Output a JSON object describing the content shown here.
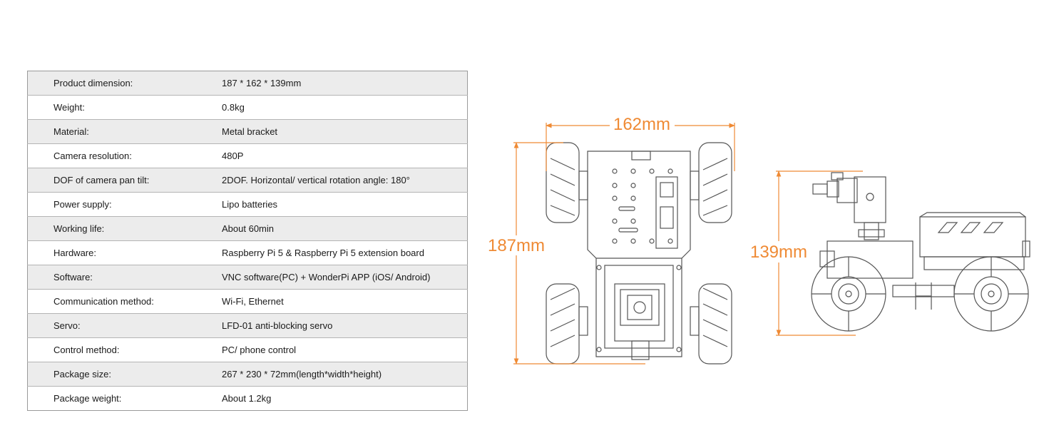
{
  "specs": [
    {
      "label": "Product dimension:",
      "value": "187 * 162 * 139mm"
    },
    {
      "label": "Weight:",
      "value": "0.8kg"
    },
    {
      "label": "Material:",
      "value": "Metal bracket"
    },
    {
      "label": "Camera resolution:",
      "value": "480P"
    },
    {
      "label": "DOF of camera pan tilt:",
      "value": "2DOF. Horizontal/ vertical rotation angle: 180°"
    },
    {
      "label": "Power supply:",
      "value": "Lipo batteries"
    },
    {
      "label": "Working life:",
      "value": "About 60min"
    },
    {
      "label": "Hardware:",
      "value": "Raspberry Pi 5 & Raspberry Pi 5 extension board"
    },
    {
      "label": "Software:",
      "value": "VNC software(PC) + WonderPi APP (iOS/ Android)"
    },
    {
      "label": "Communication method:",
      "value": "Wi-Fi, Ethernet"
    },
    {
      "label": "Servo:",
      "value": "LFD-01 anti-blocking servo"
    },
    {
      "label": "Control method:",
      "value": "PC/ phone control"
    },
    {
      "label": "Package size:",
      "value": "267 * 230 * 72mm(length*width*height)"
    },
    {
      "label": "Package weight:",
      "value": "About 1.2kg"
    }
  ],
  "dimensions": {
    "width_label": "162mm",
    "length_label": "187mm",
    "height_label": "139mm"
  },
  "colors": {
    "dimension_accent": "#ef8a34",
    "row_shade": "#ececec",
    "line_art": "#555555"
  }
}
